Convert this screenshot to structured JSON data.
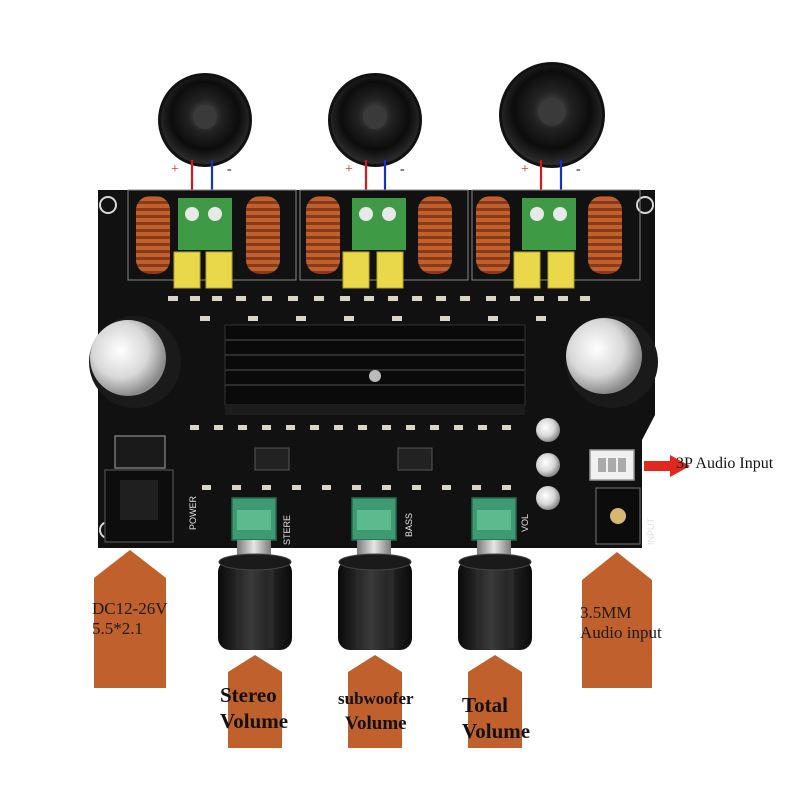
{
  "speakers": [
    {
      "plus": "+",
      "minus": "-"
    },
    {
      "plus": "+",
      "minus": "-"
    },
    {
      "plus": "+",
      "minus": "-"
    }
  ],
  "board": {
    "silk_power": "POWER",
    "silk_stereo": "STERE",
    "silk_bass": "BASS",
    "silk_vol": "VOL",
    "silk_input": "INPUT"
  },
  "callouts": {
    "power_line1": "DC12-26V",
    "power_line2": "5.5*2.1",
    "aux_line1": "3.5MM",
    "aux_line2": "Audio input",
    "pin_input": "3P Audio Input"
  },
  "knobs": [
    {
      "line1": "Stereo",
      "line2": "Volume"
    },
    {
      "line1": "subwoofer",
      "line2": "Volume"
    },
    {
      "line1": "Total",
      "line2": "Volume"
    }
  ],
  "colors": {
    "board": "#111111",
    "arrow_fill": "#c0602c",
    "pot_green": "#3d9a72",
    "coil_copper": "#b5532a",
    "capacitor_yellow": "#e8d84a",
    "wire_red": "#d8161c",
    "wire_blue": "#1a32b8",
    "input_arrow": "#e0281e"
  }
}
